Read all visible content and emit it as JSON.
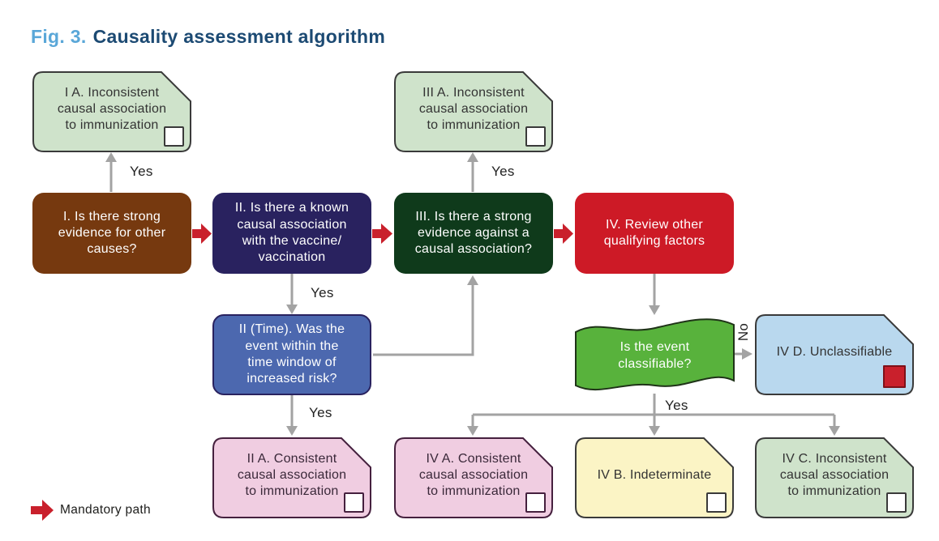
{
  "title": {
    "prefix": "Fig. 3.",
    "text": "Causality assessment algorithm"
  },
  "labels": {
    "yes": "Yes",
    "no": "No"
  },
  "legend": {
    "mandatory_path": "Mandatory path"
  },
  "colors": {
    "figure_prefix_blue": "#5aa7d8",
    "title_navy": "#1c4a73",
    "mandatory_red": "#c9202c",
    "connector_gray": "#a3a3a3",
    "box_brown": "#76390f",
    "box_navy": "#29225f",
    "box_darkgreen": "#0f3a1b",
    "box_red": "#cd1a26",
    "box_medblue": "#4c68af",
    "banner_green": "#58b23c",
    "note_green": "#cfe3cb",
    "note_pink": "#f0cde1",
    "note_yellow": "#fbf4c5",
    "note_blue": "#b9d8ee",
    "note_border_dark": "#3a3a3a",
    "note_border_pink": "#45203e"
  },
  "nodes": {
    "q1": {
      "text": "I. Is there strong\nevidence for other\ncauses?"
    },
    "q2": {
      "text": "II. Is there a known\ncausal association\nwith the vaccine/\nvaccination"
    },
    "q3": {
      "text": "III. Is there a strong\nevidence against a\ncausal association?"
    },
    "q4": {
      "text": "IV. Review other\nqualifying factors"
    },
    "q2_time": {
      "text": "II (Time). Was the\nevent within the\ntime window of\nincreased risk?"
    },
    "banner": {
      "text": "Is the event\nclassifiable?"
    },
    "note_ia": {
      "text": "I A. Inconsistent\ncausal association\nto immunization"
    },
    "note_iiia": {
      "text": "III A. Inconsistent\ncausal association\nto immunization"
    },
    "note_iia": {
      "text": "II A. Consistent\ncausal association\nto immunization"
    },
    "note_iva": {
      "text": "IV A. Consistent\ncausal association\nto immunization"
    },
    "note_ivb": {
      "text": "IV B. Indeterminate"
    },
    "note_ivc": {
      "text": "IV C. Inconsistent\ncausal association\nto immunization"
    },
    "note_ivd": {
      "text": "IV D. Unclassifiable"
    }
  }
}
